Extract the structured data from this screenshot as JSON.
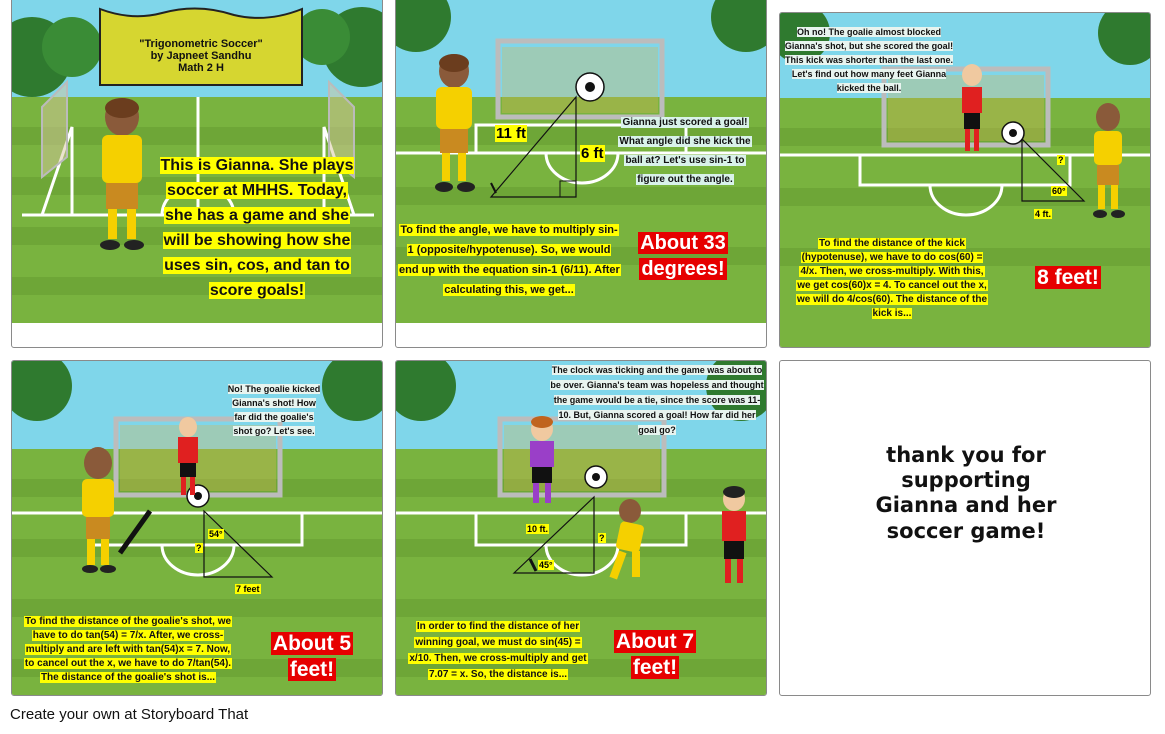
{
  "panel1": {
    "banner_title": "\"Trigonometric Soccer\"",
    "banner_author": "by Japneet Sandhu",
    "banner_class": "Math 2 H",
    "caption": "This is Gianna. She plays soccer at MHHS. Today, she has a game and she will be showing how she uses sin, cos, and tan to score goals!"
  },
  "panel2": {
    "label_hyp": "11 ft",
    "label_opp": "6 ft",
    "bubble": "Gianna just scored a goal! What angle did she kick the ball at? Let's use sin-1 to figure out the angle.",
    "caption": "To find the angle, we have to multiply sin-1 (opposite/hypotenuse). So, we would end up with the equation sin-1 (6/11). After calculating this, we get...",
    "answer": "About 33 degrees!"
  },
  "panel3": {
    "bubble": "Oh no! The goalie almost blocked Gianna's shot, but she scored the goal! This kick was shorter than the last one. Let's find out how many feet Gianna kicked the ball.",
    "label_q": "?",
    "label_angle": "60°",
    "label_adj": "4 ft.",
    "caption": "To find the distance of the kick (hypotenuse), we have to do cos(60) = 4/x. Then, we cross-multiply. With this, we get cos(60)x = 4. To cancel out the x, we will do 4/cos(60). The distance of the kick is...",
    "answer": "8 feet!"
  },
  "panel4": {
    "bubble": "No! The goalie kicked Gianna's shot! How far did the goalie's shot go? Let's see.",
    "label_angle": "54°",
    "label_q": "?",
    "label_adj": "7 feet",
    "caption": "To find the distance of the goalie's shot, we have to do tan(54) = 7/x. After, we cross-multiply and are left with tan(54)x = 7. Now, to cancel out the x, we have to do 7/tan(54). The distance of the goalie's shot is...",
    "answer": "About 5 feet!"
  },
  "panel5": {
    "bubble": "The clock was ticking and the game was about to be over. Gianna's team was hopeless and thought the game would be a tie, since the score was 11-10. But, Gianna scored a goal! How far did her goal go?",
    "label_hyp": "10 ft.",
    "label_q": "?",
    "label_angle": "45°",
    "caption": "In order to find the distance of her winning goal, we must do sin(45) = x/10. Then, we cross-multiply and get 7.07 = x. So, the distance is...",
    "answer": "About 7 feet!"
  },
  "panel6": {
    "thanks": "thank you for supporting Gianna and her soccer game!"
  },
  "footer": "Create your own at Storyboard That",
  "colors": {
    "sky": "#7fd6ea",
    "grass": "#79b33f",
    "highlight": "#ffff00",
    "answer_bg": "#e60000",
    "banner": "#d6d630",
    "jersey_yellow": "#f5d000",
    "jersey_red": "#e02020",
    "jersey_purple": "#9a3fc8"
  }
}
